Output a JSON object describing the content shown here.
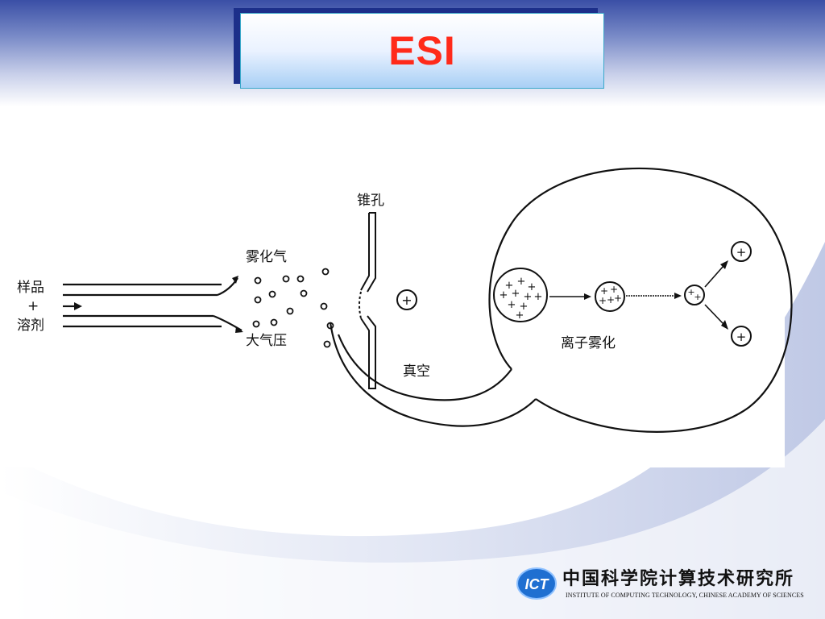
{
  "slide": {
    "title": "ESI"
  },
  "diagram": {
    "labels": {
      "sample": "样品",
      "plus": "+",
      "solvent": "溶剂",
      "nebulizer_gas": "雾化气",
      "atmospheric_pressure": "大气压",
      "cone_orifice": "锥孔",
      "vacuum": "真空",
      "ion_spray": "离子雾化"
    }
  },
  "footer": {
    "logo_text": "ICT",
    "org_name_cn": "中国科学院计算技术研究所",
    "org_name_en": "INSTITUTE OF COMPUTING TECHNOLOGY, CHINESE ACADEMY OF SCIENCES"
  },
  "colors": {
    "title": "#ff2a1a",
    "header_blue": "#3a4fa6",
    "swoosh_blue": "#c7cfe9",
    "logo_blue": "#1f6fd1"
  }
}
